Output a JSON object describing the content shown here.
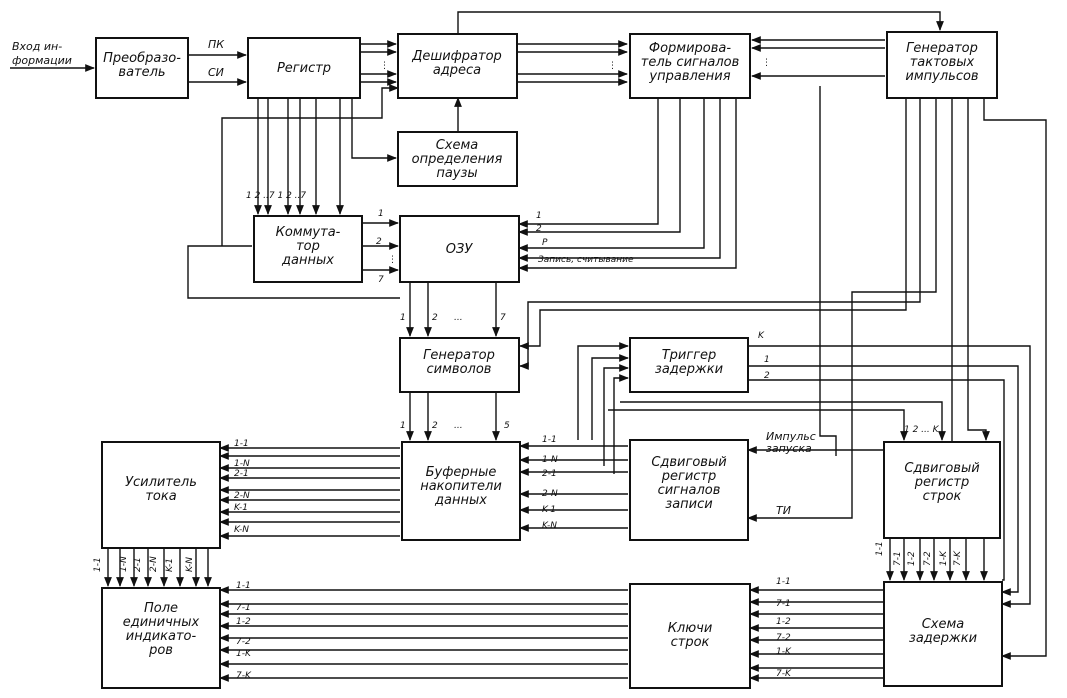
{
  "blocks": {
    "converter": [
      "Преобразо-",
      "ватель"
    ],
    "register": [
      "Регистр"
    ],
    "address_decoder": [
      "Дешифратор",
      "адреса"
    ],
    "control_former": [
      "Формирова-",
      "тель сигналов",
      "управления"
    ],
    "clock_gen": [
      "Генератор",
      "тактовых",
      "импульсов"
    ],
    "pause_detector": [
      "Схема",
      "определения",
      "паузы"
    ],
    "data_switch": [
      "Коммута-",
      "тор",
      "данных"
    ],
    "ram": [
      "ОЗУ"
    ],
    "char_gen": [
      "Генератор",
      "символов"
    ],
    "delay_trigger": [
      "Триггер",
      "задержки"
    ],
    "current_amp": [
      "Усилитель",
      "тока"
    ],
    "buffer_store": [
      "Буферные",
      "накопители",
      "данных"
    ],
    "write_shift_reg": [
      "Сдвиговый",
      "регистр",
      "сигналов",
      "записи"
    ],
    "row_shift_reg": [
      "Сдвиговый",
      "регистр",
      "строк"
    ],
    "indicator_field": [
      "Поле",
      "единичных",
      "индикато-",
      "ров"
    ],
    "row_keys": [
      "Ключи",
      "строк"
    ],
    "delay_circuit": [
      "Схема",
      "задержки"
    ]
  },
  "labels": {
    "input": [
      "Вход ин-",
      "формации"
    ],
    "pk": "ПК",
    "si": "СИ",
    "reg_out": "1 2 ..7 1 2 ..7",
    "sw_in_1": "1",
    "sw_in_2": "2",
    "sw_in_7": "7",
    "ram_in_1": "1",
    "ram_in_2": "2",
    "ram_in_p": "P",
    "write_read": "Запись, считывание",
    "ram_out_1": "1",
    "ram_out_2": "2",
    "ram_out_dots": "...",
    "ram_out_7": "7",
    "cg_out_1": "1",
    "cg_out_2": "2",
    "cg_out_dots": "...",
    "cg_out_5": "5",
    "trig_k": "K",
    "trig_1": "1",
    "trig_2": "2",
    "start_pulse": [
      "Импульс",
      "запуска"
    ],
    "ti": "ТИ",
    "srs_in": "1  2 ... K",
    "amp_bus": [
      "1-1",
      "1-N",
      "2-1",
      "2-N",
      "K-1",
      "K-N"
    ],
    "buf_bus": [
      "1-1",
      "1-N",
      "2-1",
      "2-N",
      "K-1",
      "K-N"
    ],
    "amp_out": [
      "1-1",
      "1-N",
      "2-1",
      "2-N",
      "K-1",
      "K-N"
    ],
    "srs_out": [
      "1-1",
      "7-1",
      "1-2",
      "7-2",
      "1-K",
      "7-K"
    ],
    "field_bus": [
      "1-1",
      "7-1",
      "1-2",
      "7-2",
      "1-K",
      "7-K"
    ],
    "keys_bus": [
      "1-1",
      "7-1",
      "1-2",
      "7-2",
      "1-K",
      "7-K"
    ]
  }
}
